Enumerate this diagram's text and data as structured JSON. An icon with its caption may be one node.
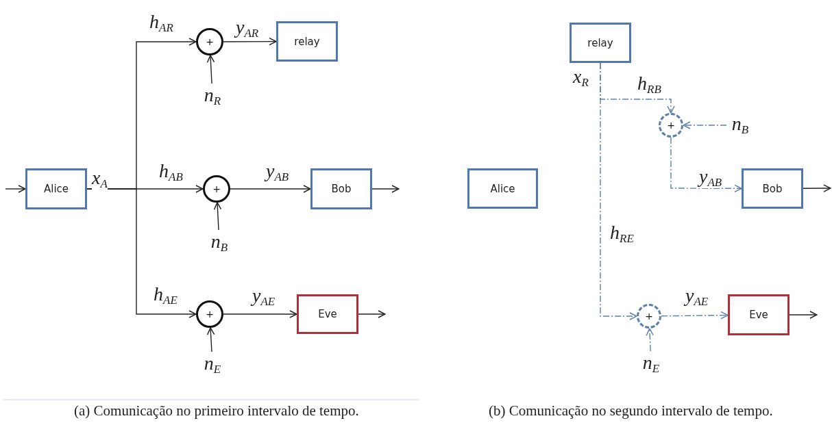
{
  "diagram": {
    "nodes": [
      {
        "text": [
          "Alice"
        ]
      },
      {
        "text": [
          "+"
        ]
      },
      {
        "text": [
          "relay"
        ]
      },
      {
        "text": [
          "+"
        ]
      },
      {
        "text": [
          "Bob"
        ]
      },
      {
        "text": [
          "+"
        ]
      },
      {
        "text": [
          "Eve"
        ]
      },
      {
        "text": [
          "n$_{R}$"
        ]
      },
      {
        "text": [
          "n$_{B}$"
        ]
      },
      {
        "text": [
          "n$_{E}$"
        ]
      },
      {
        "text": [
          "relay"
        ]
      },
      {
        "text": [
          "Alice"
        ]
      },
      {
        "text": [
          "+"
        ]
      },
      {
        "text": [
          "n$_{B}$"
        ]
      },
      {
        "text": [
          "Bob"
        ]
      },
      {
        "text": [
          "+"
        ]
      },
      {
        "text": [
          "n$_{E}$"
        ]
      },
      {
        "text": [
          "Eve"
        ]
      }
    ],
    "edges": [
      {
        "from": null,
        "to": 0,
        "arrow": "to"
      },
      {
        "from": 0,
        "to": 1,
        "arrow": "to",
        "label": "h$_{AR}$"
      },
      {
        "from": 0,
        "to": 3,
        "arrow": "to",
        "label": "h$_{AB}$"
      },
      {
        "from": 0,
        "to": 5,
        "arrow": "to",
        "label": "h$_{AE}$"
      },
      {
        "from": 7,
        "to": 1,
        "arrow": "to"
      },
      {
        "from": 1,
        "to": 2,
        "arrow": "to",
        "label": "y$_{AR}$"
      },
      {
        "from": 8,
        "to": 3,
        "arrow": "to"
      },
      {
        "from": 3,
        "to": 4,
        "arrow": "to",
        "label": "y$_{AB}$"
      },
      {
        "from": 9,
        "to": 5,
        "arrow": "to"
      },
      {
        "from": 5,
        "to": 6,
        "arrow": "to",
        "label": "y$_{AE}$"
      },
      {
        "from": 4,
        "to": null,
        "arrow": "to"
      },
      {
        "from": 6,
        "to": null,
        "arrow": "to"
      },
      {
        "from": 10,
        "to": 12,
        "arrow": "to",
        "label": "h$_{RB}$",
        "style": "dashed",
        "color": "#5a7fae"
      },
      {
        "from": 13,
        "to": 12,
        "arrow": "to",
        "style": "dashed",
        "color": "#5a7fae"
      },
      {
        "from": 12,
        "to": 14,
        "arrow": "to",
        "label": "y$_{AB}$",
        "style": "dashed",
        "color": "#5a7fae"
      },
      {
        "from": 14,
        "to": null,
        "arrow": "to"
      },
      {
        "from": 10,
        "to": 15,
        "arrow": "to",
        "label": "h$_{RE}$",
        "style": "dashed",
        "color": "#5a7fae"
      },
      {
        "from": 16,
        "to": 15,
        "arrow": "to",
        "style": "dashed",
        "color": "#5a7fae"
      },
      {
        "from": 15,
        "to": 17,
        "arrow": "to",
        "label": "y$_{AE}$",
        "style": "dashed",
        "color": "#5a7fae"
      },
      {
        "from": 17,
        "to": null,
        "arrow": "to"
      }
    ],
    "labels": [
      "x$_{A}$",
      "x$_{R}$",
      "(a) Comunicação no primeiro intervalo de tempo.",
      "(b) Comunicação no segundo intervalo de tempo."
    ]
  }
}
